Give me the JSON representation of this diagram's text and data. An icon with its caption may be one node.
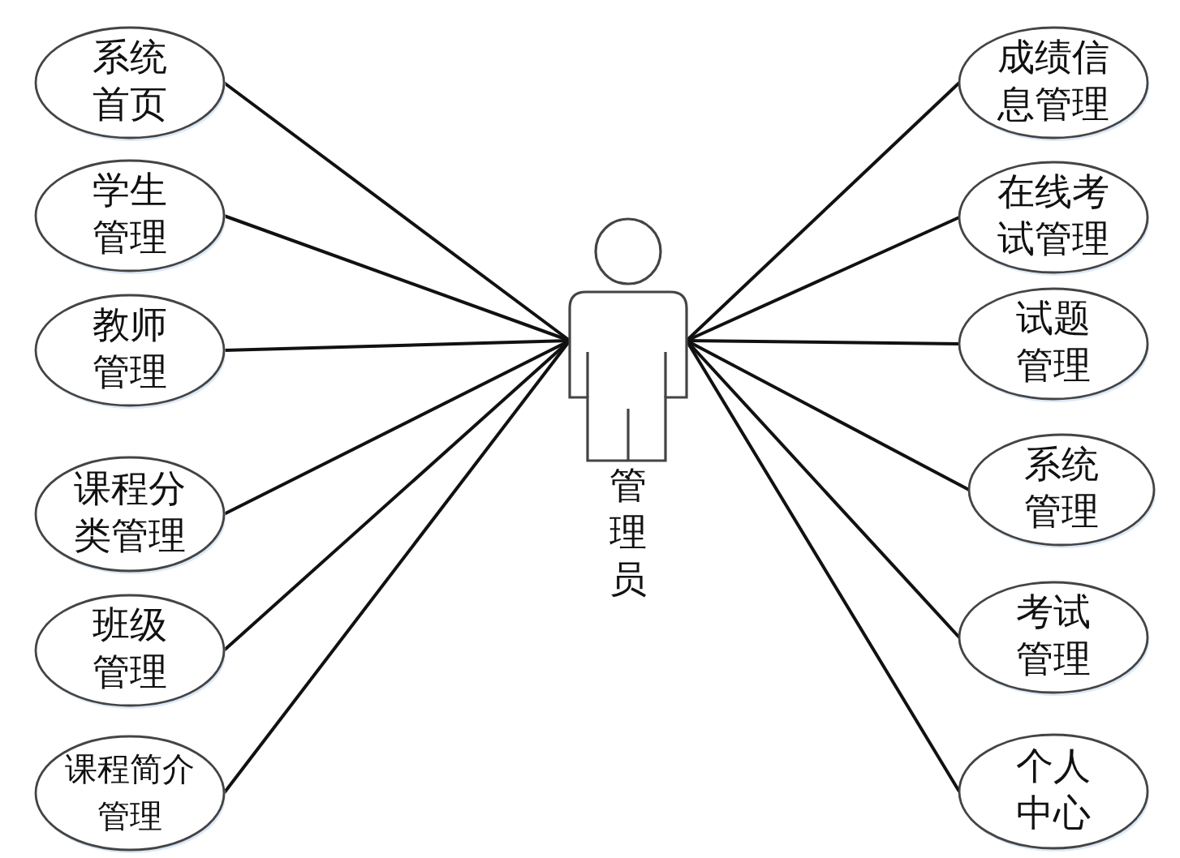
{
  "diagram": {
    "nodes": [
      {
        "text": [
          "系统首页"
        ]
      },
      {
        "text": [
          "学生管理"
        ]
      },
      {
        "text": [
          "教师管理"
        ]
      },
      {
        "text": [
          "课程分类管理"
        ]
      },
      {
        "text": [
          "班级管理"
        ]
      },
      {
        "text": [
          "课程简介管理"
        ]
      },
      {
        "text": [
          "管理员"
        ]
      },
      {
        "text": [
          "成绩信息管理"
        ]
      },
      {
        "text": [
          "在线考试管理"
        ]
      },
      {
        "text": [
          "试题管理"
        ]
      },
      {
        "text": [
          "系统管理"
        ]
      },
      {
        "text": [
          "考试管理"
        ]
      },
      {
        "text": [
          "个人中心"
        ]
      }
    ],
    "edges": [
      {
        "from": 6,
        "to": 0,
        "arrow": "none"
      },
      {
        "from": 6,
        "to": 1,
        "arrow": "none"
      },
      {
        "from": 6,
        "to": 2,
        "arrow": "none"
      },
      {
        "from": 6,
        "to": 3,
        "arrow": "none"
      },
      {
        "from": 6,
        "to": 4,
        "arrow": "none"
      },
      {
        "from": 6,
        "to": 5,
        "arrow": "none"
      },
      {
        "from": 6,
        "to": 7,
        "arrow": "none"
      },
      {
        "from": 6,
        "to": 8,
        "arrow": "none"
      },
      {
        "from": 6,
        "to": 9,
        "arrow": "none"
      },
      {
        "from": 6,
        "to": 10,
        "arrow": "none"
      },
      {
        "from": 6,
        "to": 11,
        "arrow": "none"
      },
      {
        "from": 6,
        "to": 12,
        "arrow": "none"
      }
    ]
  }
}
